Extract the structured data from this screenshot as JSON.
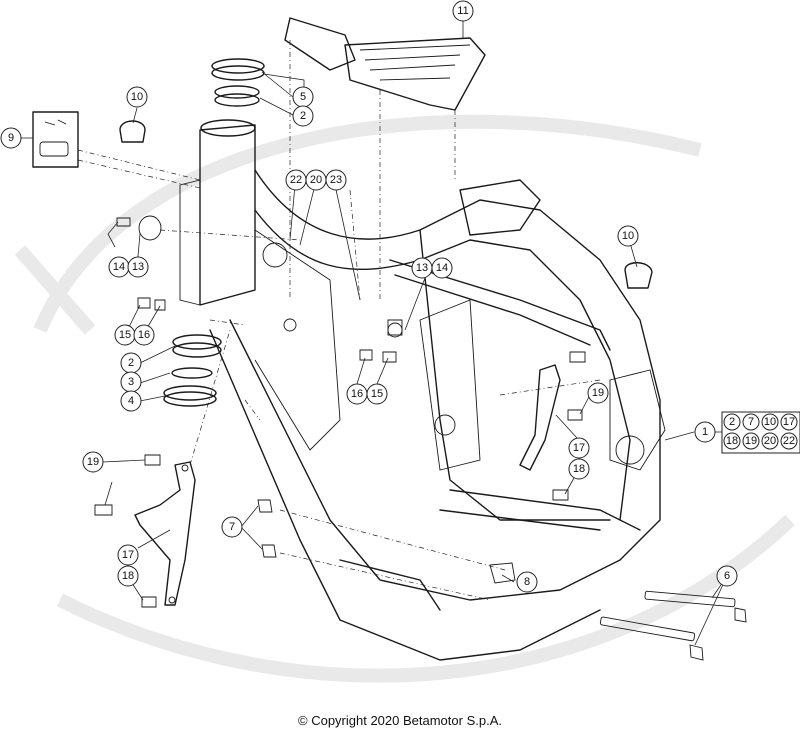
{
  "callouts": [
    {
      "label": "11"
    },
    {
      "label": "5"
    },
    {
      "label": "2"
    },
    {
      "label": "10"
    },
    {
      "label": "9"
    },
    {
      "label": "22"
    },
    {
      "label": "20"
    },
    {
      "label": "23"
    },
    {
      "label": "14"
    },
    {
      "label": "13"
    },
    {
      "label": "10"
    },
    {
      "label": "13"
    },
    {
      "label": "14"
    },
    {
      "label": "15"
    },
    {
      "label": "16"
    },
    {
      "label": "2"
    },
    {
      "label": "3"
    },
    {
      "label": "4"
    },
    {
      "label": "16"
    },
    {
      "label": "15"
    },
    {
      "label": "19"
    },
    {
      "label": "1"
    },
    {
      "label": "19"
    },
    {
      "label": "17"
    },
    {
      "label": "18"
    },
    {
      "label": "17"
    },
    {
      "label": "18"
    },
    {
      "label": "7"
    },
    {
      "label": "8"
    },
    {
      "label": "6"
    }
  ],
  "legend": {
    "items": [
      "2",
      "7",
      "10",
      "17",
      "18",
      "19",
      "20",
      "22"
    ]
  },
  "copyright": "© Copyright 2020 Betamotor S.p.A."
}
